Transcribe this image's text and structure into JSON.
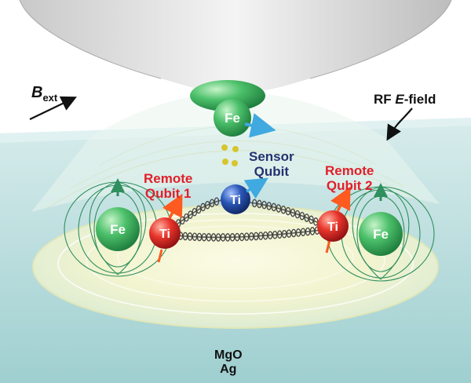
{
  "labels": {
    "b_field": {
      "main": "B",
      "sub": "ext"
    },
    "rf_field": {
      "prefix": "RF ",
      "italic": "E",
      "suffix": "-field"
    },
    "sensor_qubit": {
      "line1": "Sensor",
      "line2": "Qubit"
    },
    "remote_qubit_1": {
      "line1": "Remote",
      "line2": "Qubit 1"
    },
    "remote_qubit_2": {
      "line1": "Remote",
      "line2": "Qubit 2"
    },
    "substrate": {
      "line1": "MgO",
      "line2": "Ag"
    }
  },
  "atoms": {
    "tip": "Fe",
    "sensor": "Ti",
    "remote_left": "Ti",
    "remote_right": "Ti",
    "fe_left": "Fe",
    "fe_right": "Fe"
  },
  "colors": {
    "red_label": "#e0202a",
    "navy_label": "#24326e",
    "fe_green": "#4cc06a",
    "ti_red": "#e8352b",
    "ti_blue": "#2a57b8",
    "spin_arrow": "#ff5a1f",
    "sensor_arrow": "#3fa9e0",
    "surface": "#b9dcdc"
  }
}
